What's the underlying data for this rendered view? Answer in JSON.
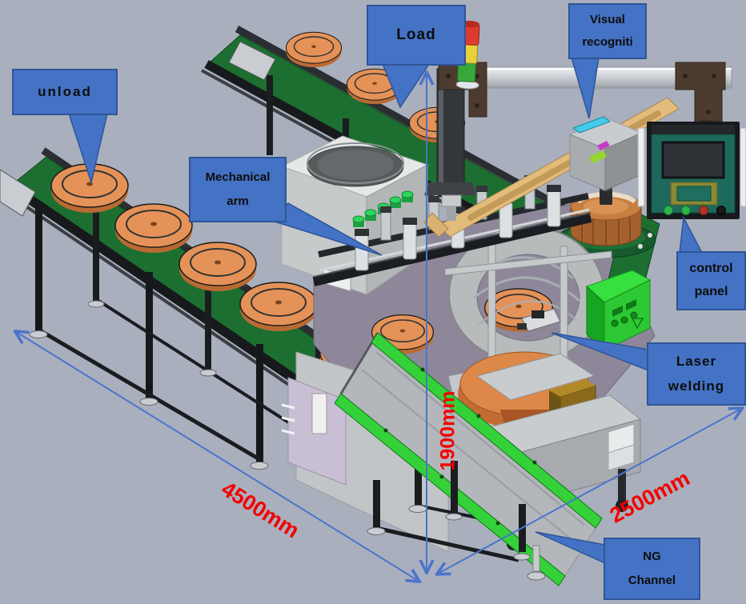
{
  "scene": {
    "description": "3D CAD view of an automated laser welding production line",
    "background_color": "#A9AFBD"
  },
  "callouts": [
    {
      "id": "unload",
      "line1": "unload",
      "line2": ""
    },
    {
      "id": "load",
      "line1": "Load",
      "line2": ""
    },
    {
      "id": "visual-recognition",
      "line1": "Visual",
      "line2": "recogniti"
    },
    {
      "id": "mechanical-arm",
      "line1": "Mechanical",
      "line2": "arm"
    },
    {
      "id": "control-panel",
      "line1": "control",
      "line2": "panel"
    },
    {
      "id": "laser-welding",
      "line1": "Laser",
      "line2": "welding"
    },
    {
      "id": "ng-channel",
      "line1": "NG",
      "line2": "Channel"
    }
  ],
  "dimensions": {
    "length": "4500mm",
    "height": "1900mm",
    "depth": "2500mm"
  },
  "colors": {
    "callout_fill": "#4472C4",
    "callout_border": "#2F5597",
    "callout_text": "#0D0D0D",
    "dimension_line": "#4B74CC",
    "dimension_text": "#F40000",
    "belt_green": "#1C6F30",
    "disc_orange": "#E08B52",
    "machine_green": "#2DC934",
    "control_panel_teal": "#1D6A5C",
    "ng_rail_green": "#35D13A",
    "signal_red": "#DE3A2F",
    "signal_yellow": "#E8D23A",
    "signal_green": "#38A83C"
  }
}
